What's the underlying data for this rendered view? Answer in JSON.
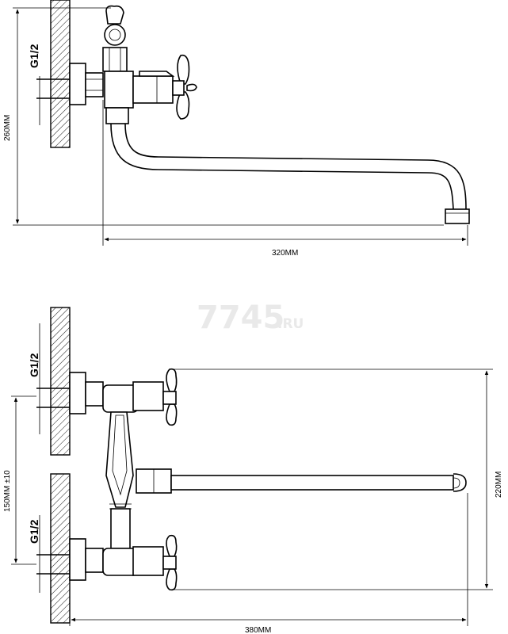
{
  "top_view": {
    "thread_label": "G1/2",
    "height_label": "260MM",
    "length_label": "320MM"
  },
  "bottom_view": {
    "upper_thread_label": "G1/2",
    "lower_thread_label": "G1/2",
    "spacing_label": "150MM ±10",
    "height_label": "220MM",
    "length_label": "380MM"
  },
  "watermark": {
    "main": "7745",
    "suffix": ".RU"
  }
}
